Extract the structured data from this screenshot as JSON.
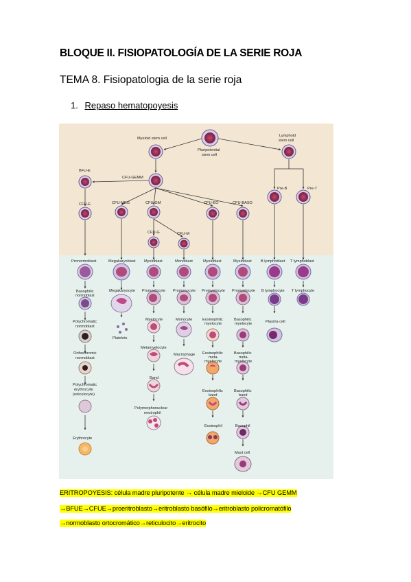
{
  "doc": {
    "block_title": "BLOQUE II. FISIOPATOLOGÍA DE LA SERIE ROJA",
    "topic_title": "TEMA 8. Fisiopatologia de la serie roja",
    "section_number": "1.",
    "section_title": "Repaso hematopoyesis"
  },
  "figure": {
    "labels": {
      "myeloid_stem": "Myeloid stem cell",
      "pluri_1": "Pluripotential",
      "pluri_2": "stem cell",
      "lymphoid_1": "Lymphoid",
      "lymphoid_2": "stem cell",
      "bfu_e": "BFU-E",
      "cfu_gemm": "CFU-GEMM",
      "pre_b": "Pre-B",
      "pre_t": "Pre-T",
      "cfu_e": "CFU-E",
      "cfu_meg": "CFU-MEG",
      "cfu_gm": "CFU-GM",
      "cfu_eo": "CFU-EO",
      "cfu_baso": "CFU-BASO",
      "cfu_g": "CFU-G",
      "cfu_m": "CFU-M",
      "pronormoblast": "Pronormoblast",
      "megakaryoblast": "Megakaryoblast",
      "myeloblast_1": "Myeloblast",
      "monoblast": "Monoblast",
      "myeloblast_2": "Myeloblast",
      "myeloblast_3": "Myeloblast",
      "b_lymphoblast": "B lymphoblast",
      "t_lymphoblast": "T lymphoblast",
      "basophilic_1": "Basophilic",
      "normoblast_1": "normoblast",
      "megakaryocyte": "Megakaryocyte",
      "promyelocyte_1": "Promyelocyte",
      "promonocyte": "Promonocyte",
      "promyelocyte_2": "Promyelocyte",
      "promyelocyte_3": "Promyelocyte",
      "b_lymphocyte": "B lymphocyte",
      "t_lymphocyte": "T lymphocyte",
      "polychromatic_1": "Polychromatic",
      "normoblast_2": "normoblast",
      "platelets": "Platelets",
      "myelocyte": "Myelocyte",
      "monocyte": "Monocyte",
      "eosinophilic_1": "Eosinophilic",
      "myelocyte_eo": "myelocyte",
      "basophilic_2": "Basophilic",
      "myelocyte_baso": "myelocyte",
      "plasma_cell": "Plasma cell",
      "orthochromic": "Orthochromic",
      "normoblast_3": "normoblast",
      "metamyelocyte": "Metamyelocyte",
      "macrophage": "Macrophage",
      "eosinophilic_2": "Eosinophilic",
      "meta_1": "meta-",
      "myelocyte_2": "myelocyte",
      "basophilic_3": "Basophilic",
      "meta_2": "meta-",
      "myelocyte_3": "myelocyte",
      "polychromatic_2": "Polychromatic",
      "erythrocyte_1": "erythrocyte",
      "reticulocyte": "(reticulocyte)",
      "band": "Band",
      "eosinophilic_3": "Eosinophilic",
      "band_eo": "band",
      "basophilic_4": "Basophilic",
      "band_baso": "band",
      "polymorph_1": "Polymorphonuclear",
      "neutrophil": "neutrophil",
      "erythrocyte_2": "Erythrocyte",
      "eosinophil": "Eosinophil",
      "basophil": "Basophil",
      "mast_cell": "Mast cell"
    }
  },
  "notes": {
    "line1": "ERITROPOYESIS: célula madre pluripotente → célula madre mieloide →CFU GEMM",
    "line2": "→BFUE→CFUE→proeritroblasto→eritroblasto basófilo→eritroblasto policromatófilo",
    "line3": "→normoblasto ortocromático→reticulocito→eritrocito"
  },
  "colors": {
    "figure_top_bg": "#f3e7d4",
    "figure_bottom_bg": "#e6f1ed",
    "highlight": "#ffff00"
  }
}
